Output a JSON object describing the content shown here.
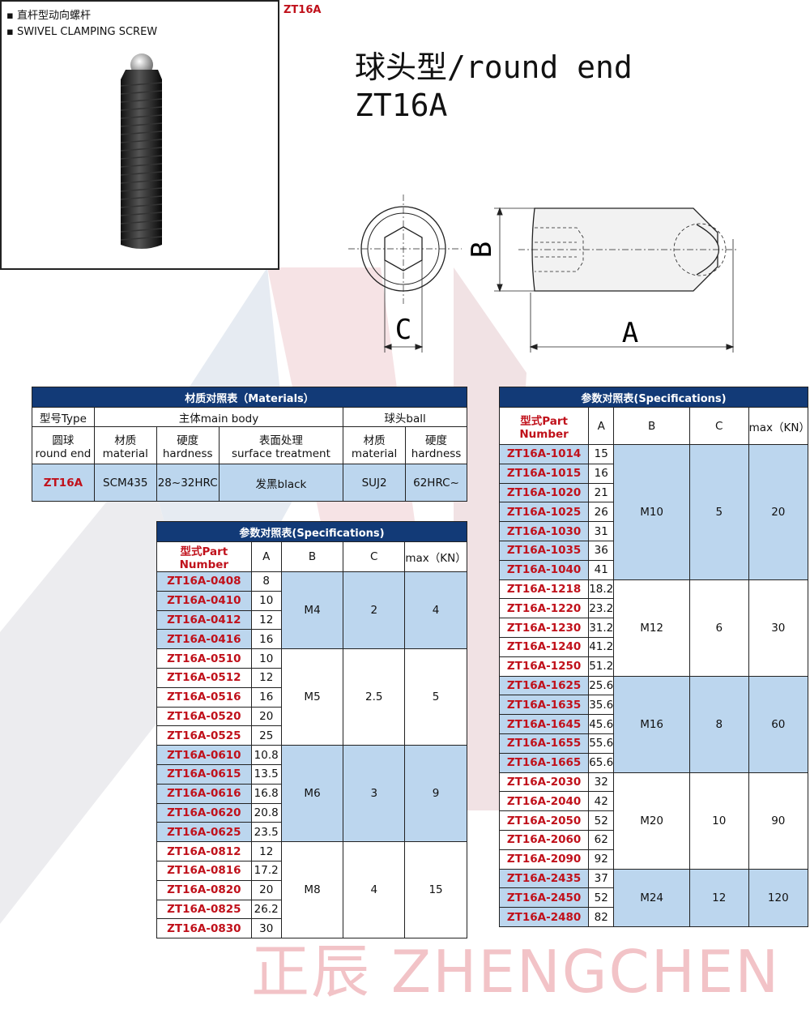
{
  "header": {
    "cn_label": "直杆型动向螺杆",
    "en_label": "SWIVEL CLAMPING SCREW",
    "code": "ZT16A"
  },
  "title": {
    "line1": "球头型/round end",
    "line2": "ZT16A"
  },
  "drawing": {
    "dim_b": "B",
    "dim_c": "C",
    "dim_a": "A"
  },
  "materials": {
    "caption": "材质对照表（Materials）",
    "type_label": "型号Type",
    "body_label": "主体main body",
    "ball_label": "球头ball",
    "sub": [
      "圆球\nround end",
      "材质\nmaterial",
      "硬度\nhardness",
      "表面处理\nsurface treatment",
      "材质\nmaterial",
      "硬度\nhardness"
    ],
    "row": [
      "ZT16A",
      "SCM435",
      "28~32HRC",
      "发黑black",
      "SUJ2",
      "62HRC~"
    ]
  },
  "spec_left": {
    "caption": "参数对照表(Specifications)",
    "headers": [
      "型式Part Number",
      "A",
      "B",
      "C",
      "max（KN）"
    ],
    "groups": [
      {
        "b": "M4",
        "c": "2",
        "max": "4",
        "blue": true,
        "rows": [
          [
            "ZT16A-0408",
            "8"
          ],
          [
            "ZT16A-0410",
            "10"
          ],
          [
            "ZT16A-0412",
            "12"
          ],
          [
            "ZT16A-0416",
            "16"
          ]
        ]
      },
      {
        "b": "M5",
        "c": "2.5",
        "max": "5",
        "blue": false,
        "rows": [
          [
            "ZT16A-0510",
            "10"
          ],
          [
            "ZT16A-0512",
            "12"
          ],
          [
            "ZT16A-0516",
            "16"
          ],
          [
            "ZT16A-0520",
            "20"
          ],
          [
            "ZT16A-0525",
            "25"
          ]
        ]
      },
      {
        "b": "M6",
        "c": "3",
        "max": "9",
        "blue": true,
        "rows": [
          [
            "ZT16A-0610",
            "10.8"
          ],
          [
            "ZT16A-0615",
            "13.5"
          ],
          [
            "ZT16A-0616",
            "16.8"
          ],
          [
            "ZT16A-0620",
            "20.8"
          ],
          [
            "ZT16A-0625",
            "23.5"
          ]
        ]
      },
      {
        "b": "M8",
        "c": "4",
        "max": "15",
        "blue": false,
        "rows": [
          [
            "ZT16A-0812",
            "12"
          ],
          [
            "ZT16A-0816",
            "17.2"
          ],
          [
            "ZT16A-0820",
            "20"
          ],
          [
            "ZT16A-0825",
            "26.2"
          ],
          [
            "ZT16A-0830",
            "30"
          ]
        ]
      }
    ]
  },
  "spec_right": {
    "caption": "参数对照表(Specifications)",
    "headers": [
      "型式Part Number",
      "A",
      "B",
      "C",
      "max（KN）"
    ],
    "groups": [
      {
        "b": "M10",
        "c": "5",
        "max": "20",
        "blue": true,
        "rows": [
          [
            "ZT16A-1014",
            "15"
          ],
          [
            "ZT16A-1015",
            "16"
          ],
          [
            "ZT16A-1020",
            "21"
          ],
          [
            "ZT16A-1025",
            "26"
          ],
          [
            "ZT16A-1030",
            "31"
          ],
          [
            "ZT16A-1035",
            "36"
          ],
          [
            "ZT16A-1040",
            "41"
          ]
        ]
      },
      {
        "b": "M12",
        "c": "6",
        "max": "30",
        "blue": false,
        "rows": [
          [
            "ZT16A-1218",
            "18.2"
          ],
          [
            "ZT16A-1220",
            "23.2"
          ],
          [
            "ZT16A-1230",
            "31.2"
          ],
          [
            "ZT16A-1240",
            "41.2"
          ],
          [
            "ZT16A-1250",
            "51.2"
          ]
        ]
      },
      {
        "b": "M16",
        "c": "8",
        "max": "60",
        "blue": true,
        "rows": [
          [
            "ZT16A-1625",
            "25.6"
          ],
          [
            "ZT16A-1635",
            "35.6"
          ],
          [
            "ZT16A-1645",
            "45.6"
          ],
          [
            "ZT16A-1655",
            "55.6"
          ],
          [
            "ZT16A-1665",
            "65.6"
          ]
        ]
      },
      {
        "b": "M20",
        "c": "10",
        "max": "90",
        "blue": false,
        "rows": [
          [
            "ZT16A-2030",
            "32"
          ],
          [
            "ZT16A-2040",
            "42"
          ],
          [
            "ZT16A-2050",
            "52"
          ],
          [
            "ZT16A-2060",
            "62"
          ],
          [
            "ZT16A-2090",
            "92"
          ]
        ]
      },
      {
        "b": "M24",
        "c": "12",
        "max": "120",
        "blue": true,
        "rows": [
          [
            "ZT16A-2435",
            "37"
          ],
          [
            "ZT16A-2450",
            "52"
          ],
          [
            "ZT16A-2480",
            "82"
          ]
        ]
      }
    ]
  },
  "watermark": "正辰 ZHENGCHEN",
  "colors": {
    "navy": "#123a77",
    "blue": "#bcd6ee",
    "red": "#c0111b"
  }
}
